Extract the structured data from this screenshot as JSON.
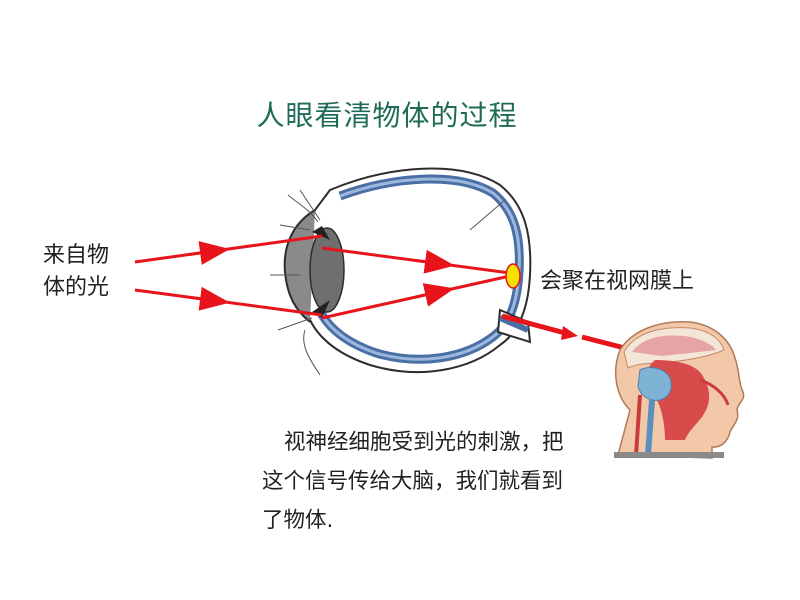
{
  "title": "人眼看清物体的过程",
  "labels": {
    "light_line1": "来自物",
    "light_line2": "体的光",
    "retina_focus": "会聚在视网膜上"
  },
  "explanation": {
    "line1": "视神经细胞受到光的刺激，把",
    "line2": "这个信号传给大脑，我们就看到",
    "line3": "了物体."
  },
  "colors": {
    "title": "#1f6b57",
    "ray": "#e8141c",
    "sclera": "#4a6fa5",
    "focus_spot": "#f5e000"
  }
}
